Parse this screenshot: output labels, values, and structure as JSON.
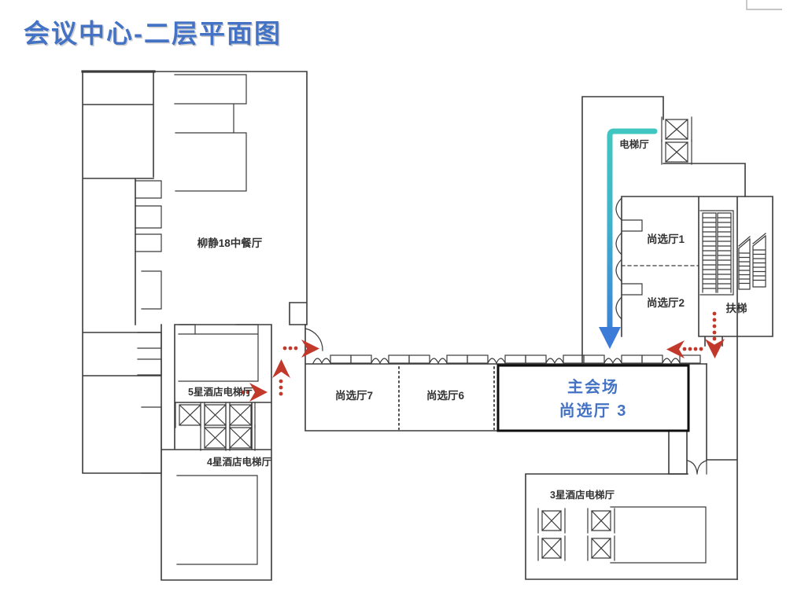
{
  "title": "会议中心-二层平面图",
  "colors": {
    "title_blue": "#4472C4",
    "venue_text_blue": "#4472C4",
    "wall_gray": "#3b3b3b",
    "route_teal": "#40C6C1",
    "route_blue": "#3C7CD8",
    "arrow_red": "#C0392B"
  },
  "floorplan": {
    "rooms": [
      {
        "id": "restaurant",
        "label": "柳静18中餐厅"
      },
      {
        "id": "elevator-hall",
        "label": "电梯厅"
      },
      {
        "id": "hall-1",
        "label": "尚选厅1"
      },
      {
        "id": "hall-2",
        "label": "尚选厅2"
      },
      {
        "id": "escalator",
        "label": "扶梯"
      },
      {
        "id": "hall-7",
        "label": "尚选厅7"
      },
      {
        "id": "hall-6",
        "label": "尚选厅6"
      },
      {
        "id": "hotel5-elevator-hall",
        "label": "5星酒店电梯厅"
      },
      {
        "id": "hotel4-elevator-hall",
        "label": "4星酒店电梯厅"
      },
      {
        "id": "hotel3-elevator-hall",
        "label": "3星酒店电梯厅"
      }
    ],
    "main_venue": {
      "line1": "主会场",
      "line2": "尚选厅 3"
    },
    "icons": {
      "elevator": "elevator-icon",
      "escalator": "escalator-icon",
      "door": "door-panel-icon",
      "route": "route-arrow",
      "red_arrow": "red-dotted-arrow"
    }
  }
}
